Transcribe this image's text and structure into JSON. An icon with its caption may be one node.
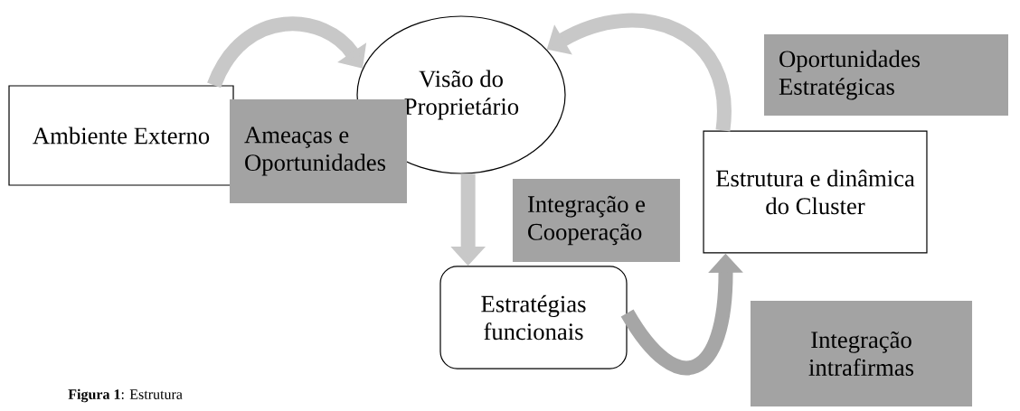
{
  "diagram": {
    "caption": "**Figura 1**: Estrutura",
    "nodes": [
      {
        "text": [
          "Ambiente Externo"
        ]
      },
      {
        "text": [
          "Visão do Proprietário"
        ]
      },
      {
        "text": [
          "Ameaças e Oportunidades"
        ]
      },
      {
        "text": [
          "Oportunidades Estratégicas"
        ]
      },
      {
        "text": [
          "Estrutura e dinâmica do Cluster"
        ]
      },
      {
        "text": [
          "Integração e Cooperação"
        ]
      },
      {
        "text": [
          "Estratégias funcionais"
        ]
      },
      {
        "text": [
          "Integração intrafirmas"
        ]
      }
    ],
    "edges": [
      {
        "from": 0,
        "to": 1,
        "arrow": "to"
      },
      {
        "from": 4,
        "to": 1,
        "arrow": "to"
      },
      {
        "from": 1,
        "to": 6,
        "arrow": "to"
      },
      {
        "from": 6,
        "to": 4,
        "arrow": "to",
        "color": "#a6a6a6"
      }
    ]
  }
}
